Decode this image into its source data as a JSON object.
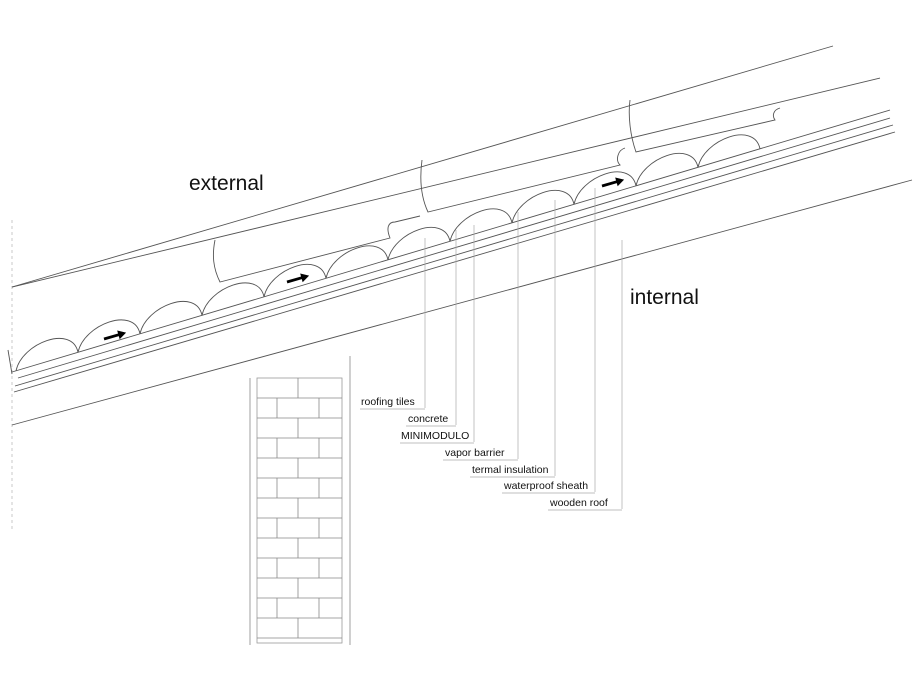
{
  "zones": {
    "external": "external",
    "internal": "internal"
  },
  "layers": [
    {
      "name": "roofing tiles"
    },
    {
      "name": "concrete"
    },
    {
      "name": "MINIMODULO"
    },
    {
      "name": "vapor barrier"
    },
    {
      "name": "termal insulation"
    },
    {
      "name": "waterproof sheath"
    },
    {
      "name": "wooden roof"
    }
  ],
  "colors": {
    "line": "#555555",
    "light_line": "#aaaaaa",
    "arrow": "#000000",
    "text": "#111111"
  },
  "icons": {
    "flow_arrow": "right-arrow-icon"
  }
}
